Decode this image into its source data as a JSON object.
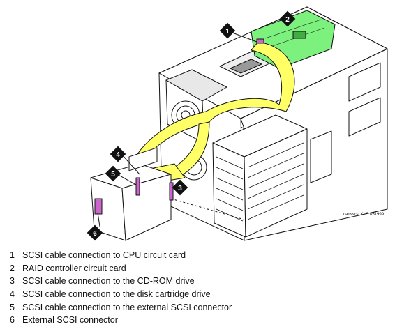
{
  "figure": {
    "reference_code": "cansscsi KLC 051999",
    "callouts": [
      "1",
      "2",
      "3",
      "4",
      "5",
      "6"
    ],
    "colors": {
      "cable": "#ffff66",
      "circuit_card": "#66ee66",
      "connector": "#cc66cc",
      "line": "#111111"
    }
  },
  "legend": [
    {
      "num": "1",
      "text": "SCSI cable connection to CPU circuit card"
    },
    {
      "num": "2",
      "text": "RAID controller circuit card"
    },
    {
      "num": "3",
      "text": "SCSI cable connection to the CD-ROM drive"
    },
    {
      "num": "4",
      "text": "SCSI cable connection to the disk cartridge drive"
    },
    {
      "num": "5",
      "text": "SCSI cable connection to the external SCSI connector"
    },
    {
      "num": "6",
      "text": "External SCSI connector"
    }
  ]
}
